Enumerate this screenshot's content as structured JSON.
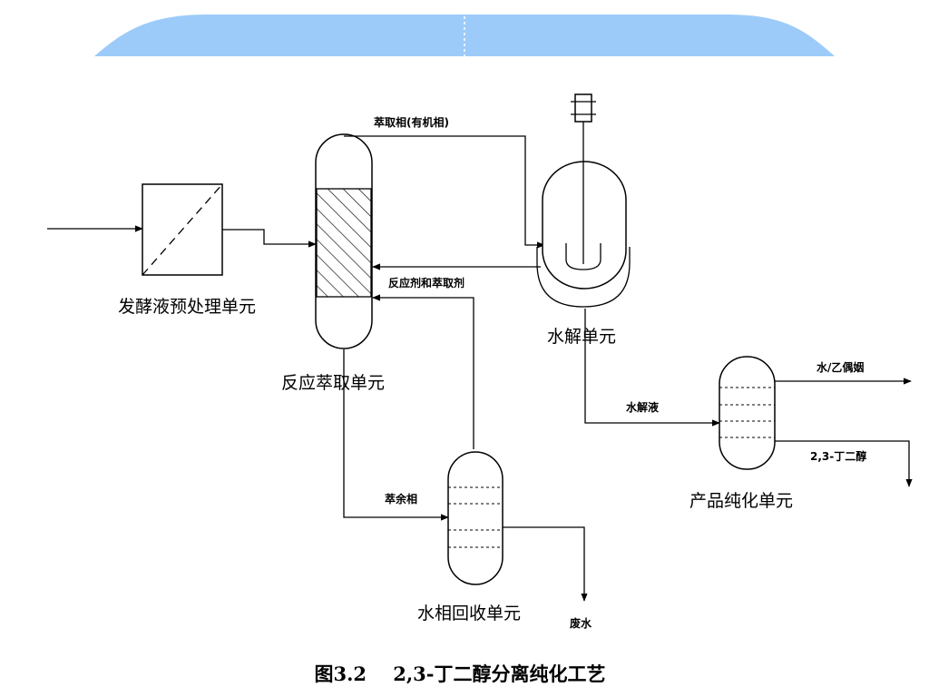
{
  "colors": {
    "banner_fill": "#9ccbf9",
    "line": "#000000",
    "background": "#ffffff"
  },
  "units": {
    "pretreatment": "发酵液预处理单元",
    "reaction_extraction": "反应萃取单元",
    "hydrolysis": "水解单元",
    "water_recovery": "水相回收单元",
    "purification": "产品纯化单元"
  },
  "streams": {
    "extract_phase": "萃取相(有机相)",
    "reagent_extractant": "反应剂和萃取剂",
    "raffinate": "萃余相",
    "hydrolysate": "水解液",
    "water_glycol": "水/乙偶姻",
    "product": "2,3-丁二醇",
    "wastewater": "废水"
  },
  "caption": "图3.2    2,3-丁二醇分离纯化工艺"
}
